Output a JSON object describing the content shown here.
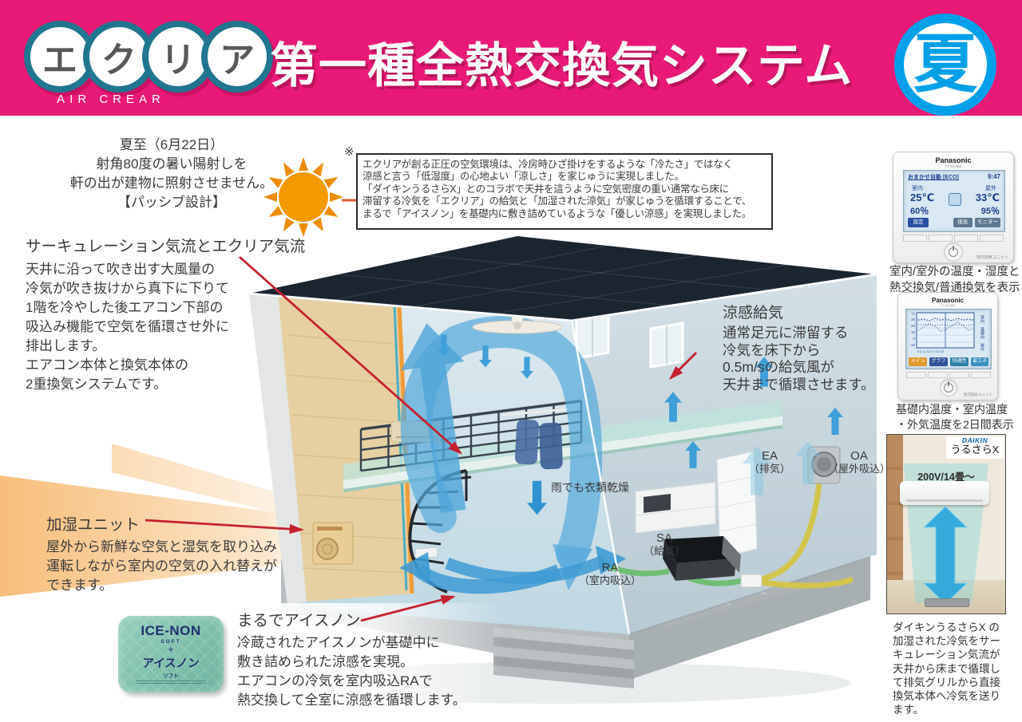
{
  "header": {
    "logo_chars": [
      "エ",
      "ク",
      "リ",
      "ア"
    ],
    "logo_sub": "AIR CREAR",
    "title": "第一種全熱交換気システム",
    "badge": "夏"
  },
  "passive": {
    "lines": [
      "夏至（6月22日）",
      "射角80度の暑い陽射しを",
      "軒の出が建物に照射させません。",
      "【パッシブ設計】"
    ]
  },
  "disclaimer": {
    "marker": "※",
    "lines": [
      "エクリアが創る正圧の空気環境は、冷房時ひざ掛けをするような「冷たさ」ではなく",
      "涼感と言う「低湿度」の心地よい「涼しさ」を家じゅうに実現しました。",
      "「ダイキンうるさらX」とのコラボで天井を這うように空気密度の重い通常なら床に",
      "滞留する冷気を「エクリア」の給気と「加湿された涼気」が家じゅうを循環することで、",
      "まるで「アイスノン」を基礎内に敷き詰めているような「優しい涼感」を実現しました。"
    ]
  },
  "circulation": {
    "heading": "サーキュレーション気流とエクリア気流",
    "lines": [
      "天井に沿って吹き出す大風量の",
      "冷気が吹き抜けから真下に下りて",
      "1階を冷やした後エアコン下部の",
      "吸込み機能で空気を循環させ外に",
      "排出します。",
      "エアコン本体と換気本体の",
      "2重換気システムです。"
    ]
  },
  "humidifier": {
    "heading": "加湿ユニット",
    "lines": [
      "屋外から新鮮な空気と湿気を取り込み",
      "運転しながら室内の空気の入れ替えが",
      "できます。"
    ]
  },
  "icenon_note": {
    "heading": "まるでアイスノン",
    "lines": [
      "冷蔵されたアイスノンが基礎中に",
      "敷き詰められた涼感を実現。",
      "エアコンの冷気を室内吸込RAで",
      "熱交換して全室に涼感を循環します。"
    ]
  },
  "cool_supply": {
    "heading": "涼感給気",
    "lines": [
      "通常足元に滞留する",
      "冷気を床下から",
      "0.5m/sの給気風が",
      "天井まで循環させます。"
    ]
  },
  "labels": {
    "ea": "EA",
    "ea_sub": "（排気）",
    "oa": "OA",
    "oa_sub": "（屋外吸込）",
    "sa": "SA",
    "sa_sub": "（給気）",
    "ra": "RA",
    "ra_sub": "（室内吸込）",
    "laundry": "雨でも衣類乾燥"
  },
  "icenon_pack": {
    "en": "ICE-NON",
    "en_sub": "SOFT",
    "crest": "❖",
    "jp": "アイスノン",
    "jp_sub": "ソフト"
  },
  "controller1": {
    "brand": "Panasonic",
    "model": "FY-SC06K",
    "screen_mode": "おまかせ自動 [ECO]",
    "screen_time": "9:47",
    "indoor_label": "室内",
    "indoor_temp": "25℃",
    "indoor_hum": "60％",
    "outdoor_label": "屋外",
    "outdoor_temp": "33℃",
    "outdoor_hum": "95％",
    "buttons": [
      "設定",
      "換気",
      "モニター"
    ],
    "unit_label": "熱交換気ユニット",
    "caption_lines": [
      "室内/室外の温度・湿度と",
      "熱交換気/普通換気を表示"
    ]
  },
  "controller2": {
    "brand": "Panasonic",
    "model": "FY-SC06K",
    "y_ticks": [
      "℃",
      "30",
      "20",
      "10",
      "0",
      "-10"
    ],
    "x_ticks": "0 6 12 18 0 6 12 18",
    "legend": [
      "室内",
      "基礎内",
      "屋外"
    ],
    "buttons": [
      "メイン",
      "グラフ",
      "快適性",
      "省エネ"
    ],
    "unit_label": "熱交換気ユニット",
    "caption_lines": [
      "基礎内温度・室内温度",
      "・外気温度を2日間表示"
    ]
  },
  "daikin": {
    "brand": "DAIKIN",
    "product": "うるさらX",
    "spec": "200V/14畳〜",
    "caption_lines": [
      "ダイキンうるさらX の",
      "加湿された冷気をサー",
      "キュレーション気流が",
      "天井から床まで循環し",
      "て排気グリルから直接",
      "換気本体へ冷気を送り",
      "ます。"
    ]
  },
  "colors": {
    "header_pink": "#E91A77",
    "badge_blue": "#00A0E9",
    "logo_teal": "#20758F",
    "arrow_blue": "#4FA5D9",
    "red_arrow": "#C6202E",
    "sun_orange": "#F39B00",
    "roof_navy": "#1B2530"
  }
}
